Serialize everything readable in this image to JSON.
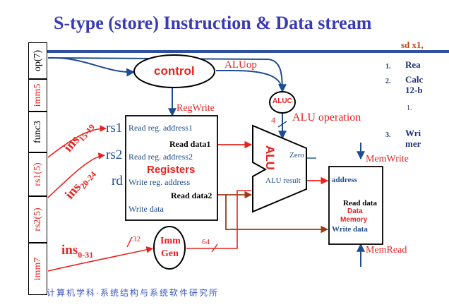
{
  "title": "S-type (store) Instruction & Data stream",
  "instruction_fields": [
    "op(7)",
    "imm5",
    "func3",
    "rs1(5)",
    "rs2(5)",
    "imm7"
  ],
  "register_labels": {
    "rs1": "rs1",
    "rs2": "rs2",
    "rd": "rd"
  },
  "bit_ranges": {
    "rs1": "ins",
    "rs1_sub": "15-19",
    "rs2": "ins",
    "rs2_sub": "20-24",
    "imm": "ins",
    "imm_sub": "0-31"
  },
  "control": {
    "label": "control",
    "aluop": "ALUop",
    "regwrite": "RegWrite"
  },
  "aluc": {
    "label": "ALUC",
    "width": "4",
    "operation": "ALU operation"
  },
  "registers": {
    "title": "Registers",
    "read_reg1": "Read reg. address1",
    "read_reg2": "Read reg. address2",
    "write_reg": "Write reg. address",
    "write_data": "Write data",
    "read_data1": "Read data1",
    "read_data2": "Read data2"
  },
  "alu": {
    "label": "ALU",
    "zero": "Zero",
    "result": "ALU result"
  },
  "imm_gen": {
    "line1": "Imm",
    "line2": "Gen",
    "in_width": "32",
    "out_width": "64"
  },
  "data_memory": {
    "address": "address",
    "read_data": "Read data",
    "title1": "Data",
    "title2": "Memory",
    "write_data": "Write data",
    "memwrite": "MemWrite",
    "memread": "MemRead"
  },
  "side_panel": {
    "heading": "sd  x1,",
    "items": [
      {
        "num": "1.",
        "text": "Rea"
      },
      {
        "num": "2.",
        "text": "Calc"
      },
      {
        "num": "",
        "text": "12-b"
      },
      {
        "num": "1.",
        "text": ""
      },
      {
        "num": "3.",
        "text": "Wri"
      },
      {
        "num": "",
        "text": "mer"
      }
    ]
  },
  "footer": "计算机学科·系统结构与系统软件研究所"
}
